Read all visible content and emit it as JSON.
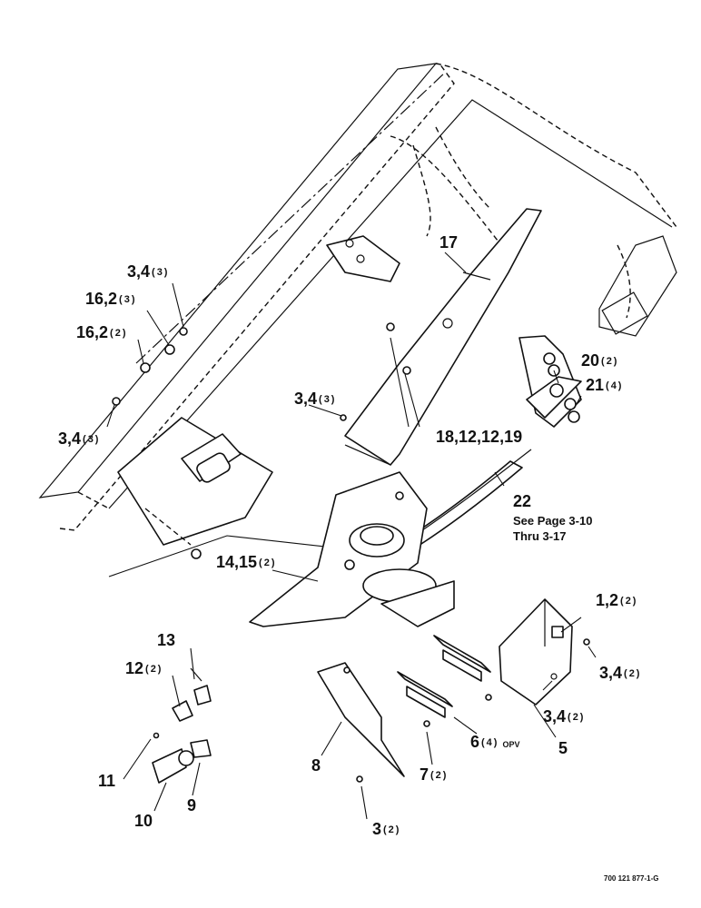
{
  "callouts": [
    {
      "id": "c17",
      "text": "17",
      "qty": ""
    },
    {
      "id": "c34a",
      "text": "3,4",
      "qty": "(3)"
    },
    {
      "id": "c162a",
      "text": "16,2",
      "qty": "(3)"
    },
    {
      "id": "c162b",
      "text": "16,2",
      "qty": "(2)"
    },
    {
      "id": "c34b",
      "text": "3,4",
      "qty": "(3)"
    },
    {
      "id": "c34c",
      "text": "3,4",
      "qty": "(3)"
    },
    {
      "id": "c20",
      "text": "20",
      "qty": "(2)"
    },
    {
      "id": "c21",
      "text": "21",
      "qty": "(4)"
    },
    {
      "id": "c18",
      "text": "18,12,12,19",
      "qty": ""
    },
    {
      "id": "c22",
      "text": "22",
      "qty": ""
    },
    {
      "id": "c1415",
      "text": "14,15",
      "qty": "(2)"
    },
    {
      "id": "c12",
      "text": "1,2",
      "qty": "(2)"
    },
    {
      "id": "c34d",
      "text": "3,4",
      "qty": "(2)"
    },
    {
      "id": "c13",
      "text": "13",
      "qty": ""
    },
    {
      "id": "c122",
      "text": "12",
      "qty": "(2)"
    },
    {
      "id": "c34e",
      "text": "3,4",
      "qty": "(2)"
    },
    {
      "id": "c6",
      "text": "6",
      "qty": "(4)",
      "suffix": "OPV"
    },
    {
      "id": "c5",
      "text": "5",
      "qty": ""
    },
    {
      "id": "c8",
      "text": "8",
      "qty": ""
    },
    {
      "id": "c7",
      "text": "7",
      "qty": "(2)"
    },
    {
      "id": "c11",
      "text": "11",
      "qty": ""
    },
    {
      "id": "c9",
      "text": "9",
      "qty": ""
    },
    {
      "id": "c10",
      "text": "10",
      "qty": ""
    },
    {
      "id": "c3",
      "text": "3",
      "qty": "(2)"
    }
  ],
  "note_22": [
    "See Page 3-10",
    "Thru 3-17"
  ],
  "figure_code": "700 121 877-1-G"
}
